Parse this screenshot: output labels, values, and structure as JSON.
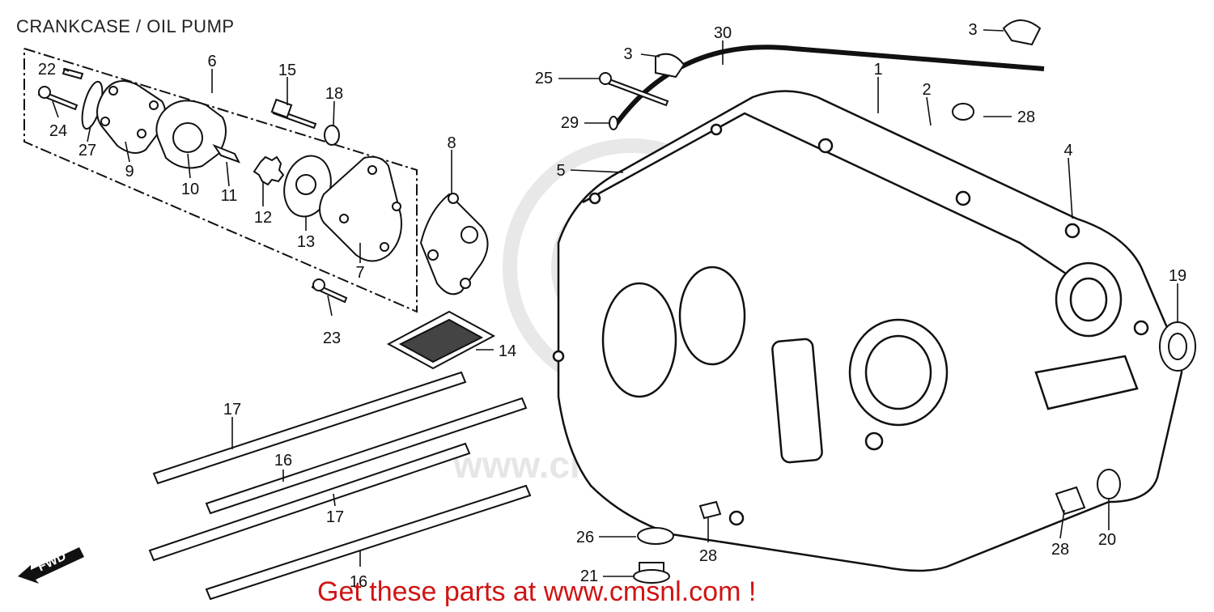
{
  "title": "CRANKCASE / OIL PUMP",
  "promo_text": "Get these parts at www.cmsnl.com !",
  "watermark": "www.cmsnl.com",
  "direction_label": "FWD",
  "callouts": [
    "1",
    "2",
    "3",
    "3",
    "4",
    "5",
    "6",
    "7",
    "8",
    "9",
    "10",
    "11",
    "12",
    "13",
    "14",
    "15",
    "16",
    "16",
    "17",
    "17",
    "18",
    "19",
    "20",
    "21",
    "22",
    "23",
    "24",
    "25",
    "26",
    "27",
    "28",
    "28",
    "28",
    "29",
    "30"
  ],
  "colors": {
    "line": "#111111",
    "promo": "#d01414",
    "watermark": "#e6e6e6"
  }
}
